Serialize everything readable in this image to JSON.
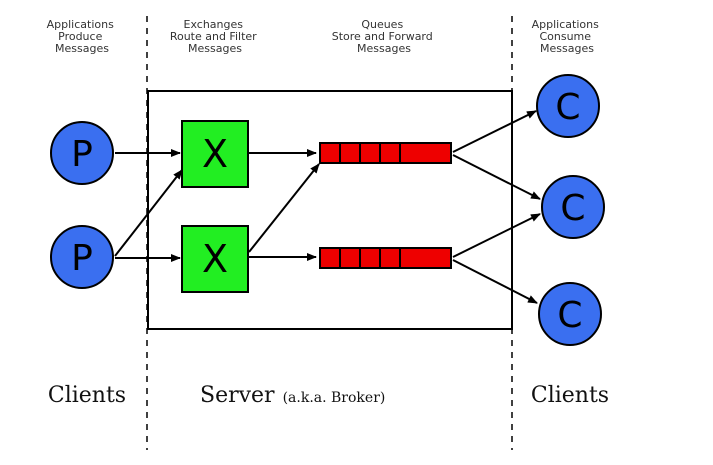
{
  "headers": {
    "producers": [
      "Applications",
      "Produce",
      "Messages"
    ],
    "exchanges": [
      "Exchanges",
      "Route and Filter",
      "Messages"
    ],
    "queues": [
      "Queues",
      "Store and Forward",
      "Messages"
    ],
    "consumers": [
      "Applications",
      "Consume",
      "Messages"
    ]
  },
  "labels": {
    "clients_left": "Clients",
    "server": "Server",
    "server_note": "(a.k.a. Broker)",
    "clients_right": "Clients"
  },
  "nodes": {
    "producer_letter": "P",
    "exchange_letter": "X",
    "consumer_letter": "C"
  },
  "colors": {
    "producer": "#3a6ff0",
    "exchange": "#22ee22",
    "queue": "#ee0000",
    "consumer": "#3a6ff0",
    "stroke": "#000000"
  },
  "icons": {
    "producer": "circle",
    "exchange": "square",
    "queue": "segmented-bar",
    "consumer": "circle"
  }
}
